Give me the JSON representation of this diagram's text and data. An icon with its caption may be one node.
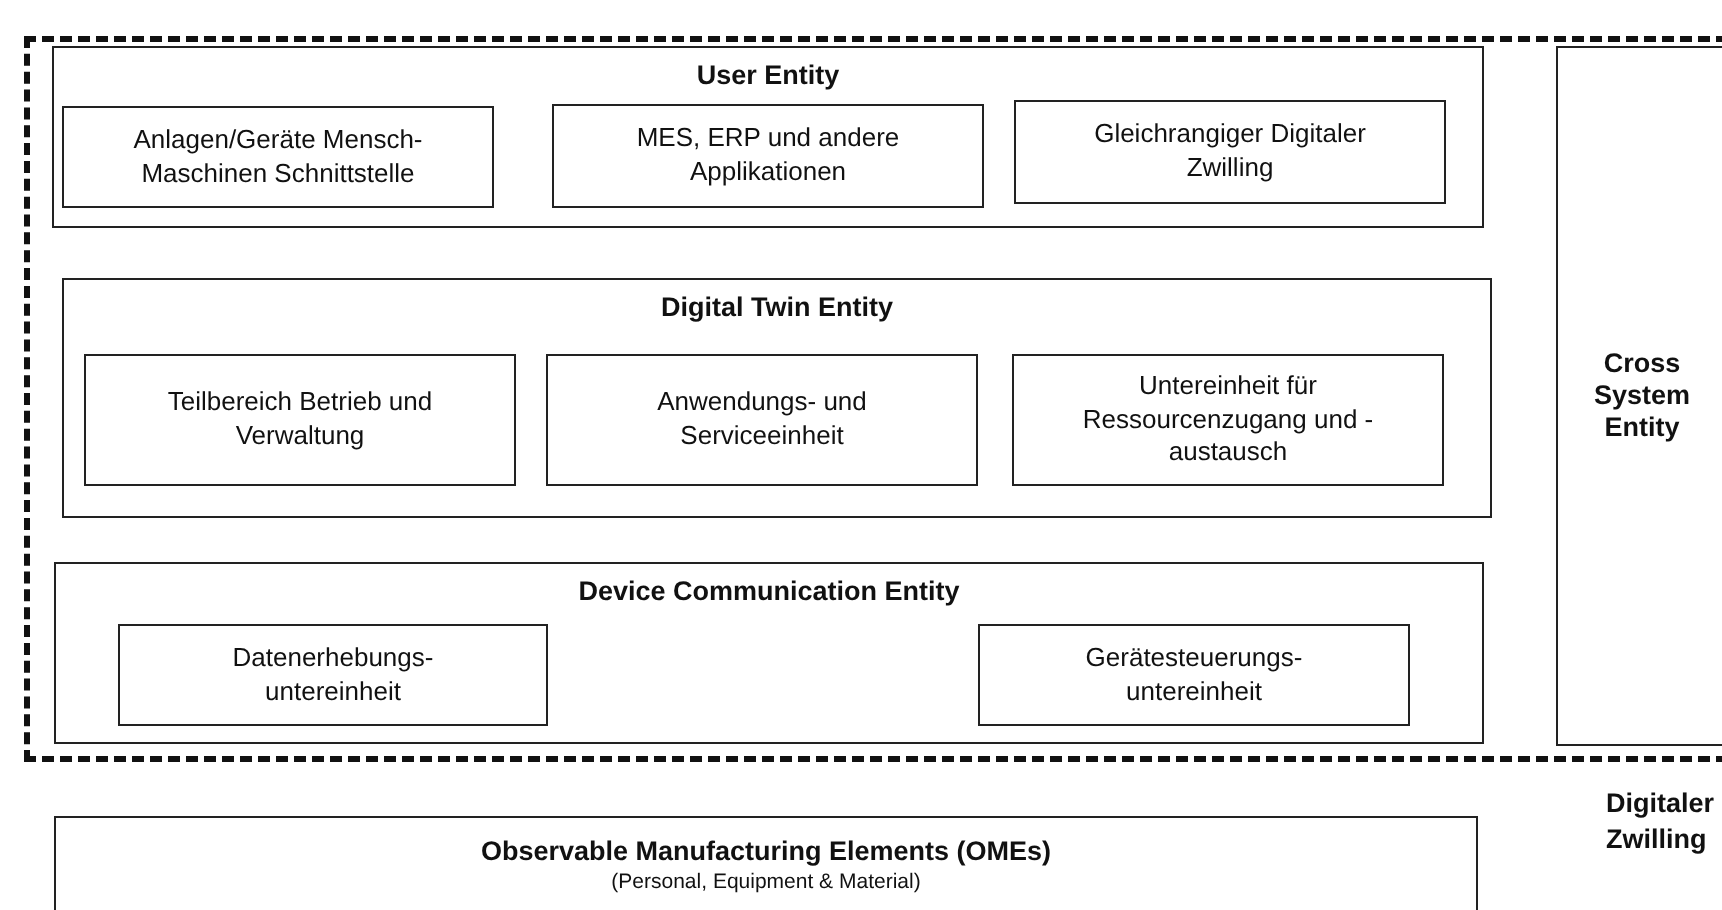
{
  "diagram": {
    "nodes": [
      {
        "text": [
          "Digitaler Zwilling"
        ]
      },
      {
        "text": [
          "User Entity"
        ],
        "in": 0
      },
      {
        "text": [
          "Anlagen/Geräte Mensch-Maschinen Schnittstelle"
        ],
        "in": 1
      },
      {
        "text": [
          "MES, ERP und andere Applikationen"
        ],
        "in": 1
      },
      {
        "text": [
          "Gleichrangiger Digitaler Zwilling"
        ],
        "in": 1
      },
      {
        "text": [
          "Digital Twin Entity"
        ],
        "in": 0
      },
      {
        "text": [
          "Teilbereich Betrieb und Verwaltung"
        ],
        "in": 5
      },
      {
        "text": [
          "Anwendungs- und Serviceeinheit"
        ],
        "in": 5
      },
      {
        "text": [
          "Untereinheit für Ressourcenzugang und - austausch"
        ],
        "in": 5
      },
      {
        "text": [
          "Device Communication Entity"
        ],
        "in": 0
      },
      {
        "text": [
          "Datenerhebungs- untereinheit"
        ],
        "in": 9
      },
      {
        "text": [
          "Gerätesteuerungs- untereinheit"
        ],
        "in": 9
      },
      {
        "text": [
          "Cross System Entity"
        ],
        "in": 0
      },
      {
        "text": [
          "Observable Manufacturing Elements (OMEs)",
          "(Personal, Equipment & Material)"
        ]
      }
    ]
  }
}
